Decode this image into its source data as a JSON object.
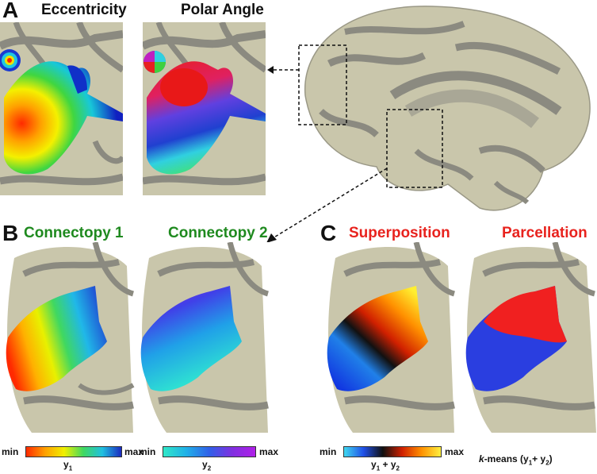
{
  "panelA": {
    "letter": "A",
    "eccentricity": "Eccentricity",
    "polar_angle": "Polar Angle"
  },
  "panelB": {
    "letter": "B",
    "connectopy1": "Connectopy 1",
    "connectopy2": "Connectopy 2",
    "cbar1": {
      "min": "min",
      "max": "max",
      "caption": "y"
    },
    "cbar2": {
      "min": "min",
      "max": "max",
      "caption": "y"
    }
  },
  "panelC": {
    "letter": "C",
    "superposition": "Superposition",
    "parcellation": "Parcellation",
    "cbar": {
      "min": "min",
      "max": "max",
      "caption": "y + y"
    },
    "kmeans_prefix": "k",
    "kmeans_text": "-means (y + y)"
  },
  "colors": {
    "green_title": "#1f8a1f",
    "red_title": "#e8231e",
    "cortex": "#c9c6ab",
    "sulcus": "#8b8a80"
  }
}
